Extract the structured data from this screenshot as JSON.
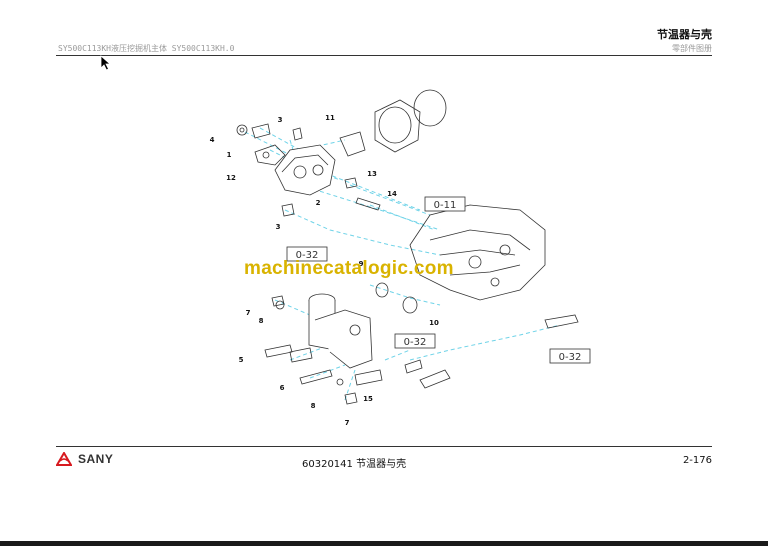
{
  "header": {
    "title": "节温器与壳",
    "model": "SY500C113KH液压挖掘机主体 SY500C113KH.0",
    "catalog": "零部件图册"
  },
  "diagram": {
    "callouts": [
      "1",
      "2",
      "3",
      "3",
      "4",
      "5",
      "6",
      "7",
      "7",
      "8",
      "8",
      "9",
      "10",
      "11",
      "12",
      "13",
      "14",
      "15"
    ],
    "refs": [
      "0-11",
      "0-32",
      "0-32",
      "0-32"
    ]
  },
  "watermark": "machinecatalogic.com",
  "footer": {
    "brand": "SANY",
    "part_label": "60320141  节温器与壳",
    "page_number": "2-176"
  },
  "colors": {
    "leader": "#6fd3e8",
    "brand_red": "#d7191f",
    "watermark": "#d9b300"
  }
}
